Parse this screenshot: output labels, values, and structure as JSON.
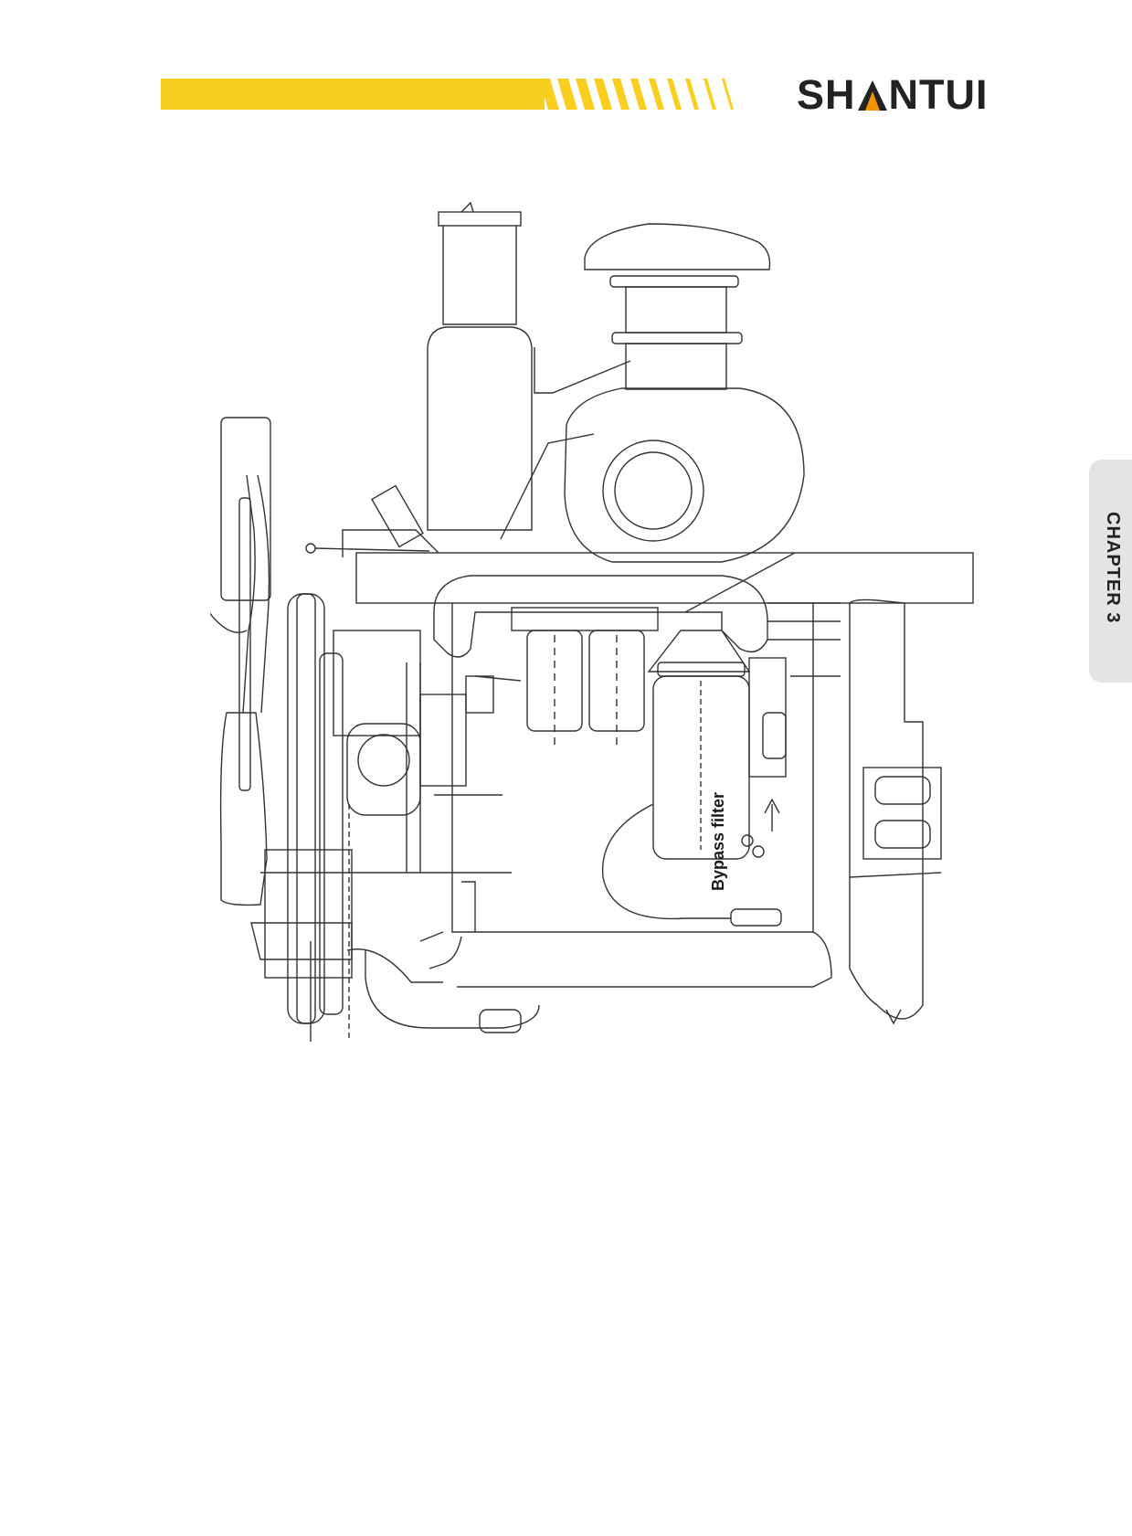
{
  "header": {
    "brand_part1": "SH",
    "brand_part2": "NTUI",
    "accent_color": "#f9cf1f",
    "logo_accent_color": "#f29400"
  },
  "side_tab": {
    "label": "CHAPTER 3"
  },
  "figure": {
    "labels": {
      "bypass_filter": "Bypass filter"
    }
  }
}
